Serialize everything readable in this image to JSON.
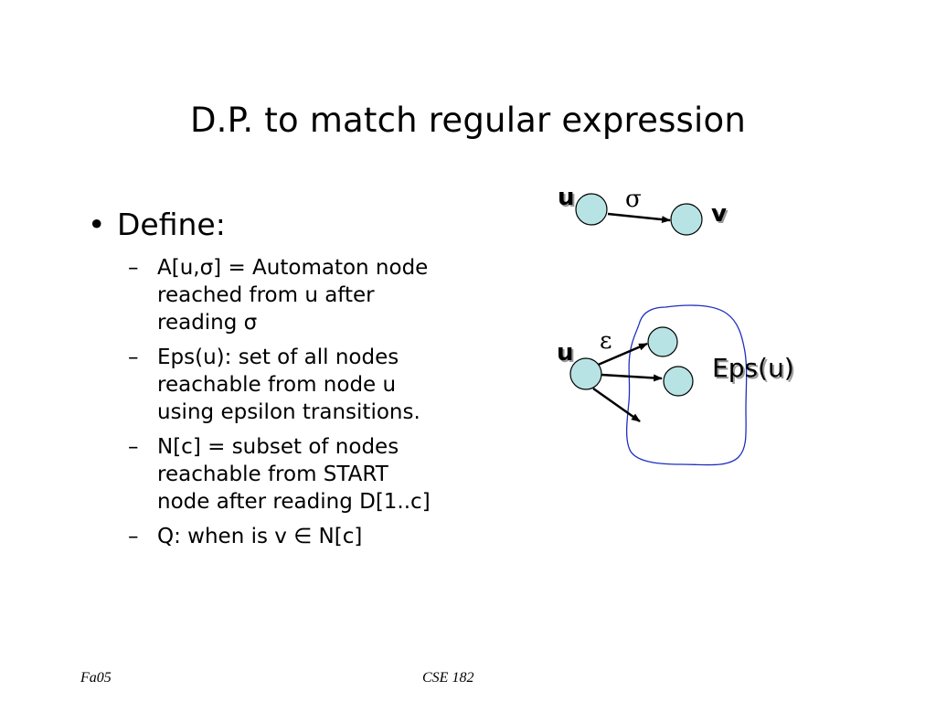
{
  "slide": {
    "title": "D.P. to match regular expression",
    "bullet": {
      "marker": "•",
      "text": "Define:"
    },
    "subitems": [
      {
        "dash": "–",
        "lines": [
          "A[u,σ] = Automaton node",
          "reached from u after",
          "reading σ"
        ]
      },
      {
        "dash": "–",
        "lines": [
          "Eps(u): set of all nodes",
          "reachable from node u",
          "using epsilon transitions."
        ]
      },
      {
        "dash": "–",
        "lines": [
          "N[c] = subset of nodes",
          "reachable from START",
          "node after reading D[1..c]"
        ]
      },
      {
        "dash": "–",
        "lines": [
          "Q: when is v ∈ N[c]"
        ]
      }
    ],
    "footer": {
      "left": "Fa05",
      "center": "CSE 182"
    }
  },
  "diagram": {
    "top": {
      "from_label": "u",
      "to_label": "v",
      "edge_label": "σ"
    },
    "bottom": {
      "source_label": "u",
      "edge_label": "ε",
      "set_label": "Eps(u)"
    },
    "colors": {
      "node_fill": "#b7e3e4",
      "node_stroke": "#000000",
      "region_stroke": "#1f2fbf"
    }
  }
}
